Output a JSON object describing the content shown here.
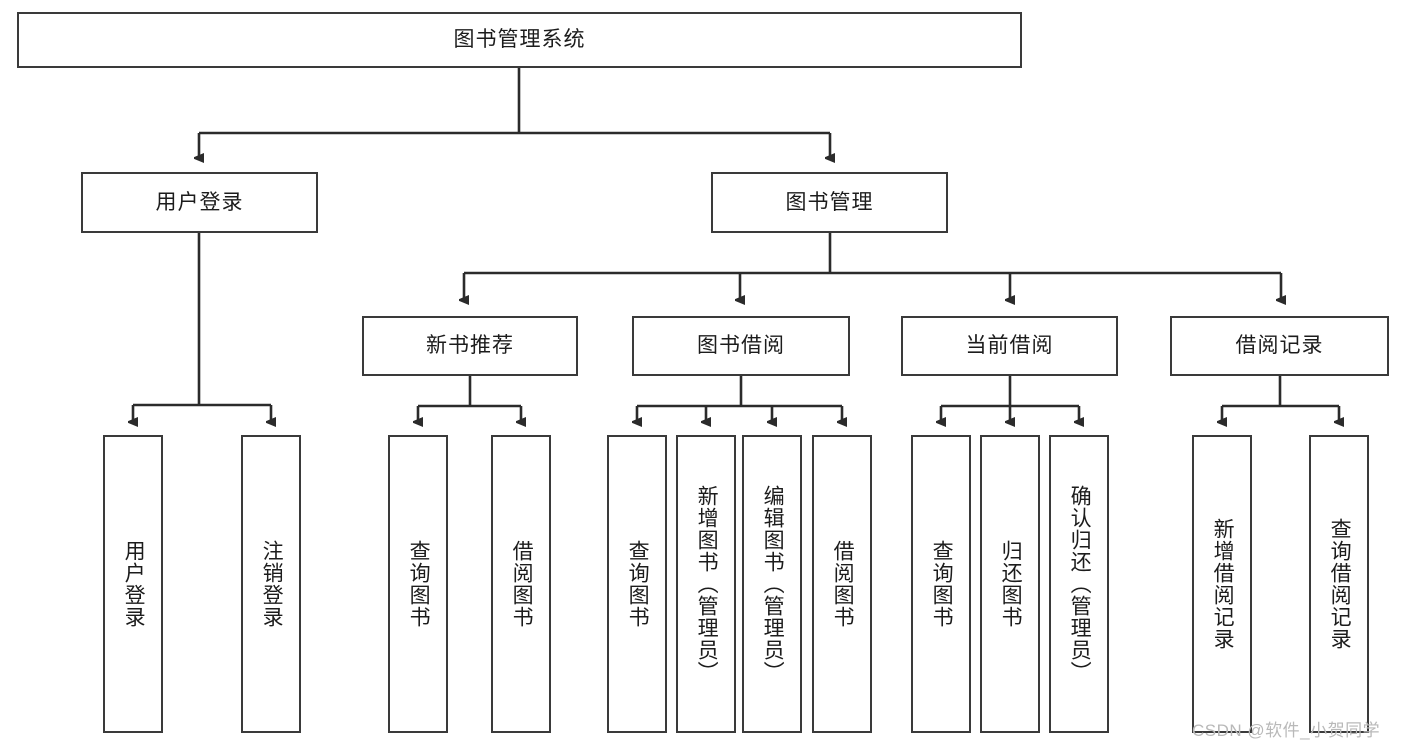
{
  "diagram": {
    "type": "tree",
    "title": "图书管理系统",
    "orientation": "top-down",
    "colors": {
      "box_border": "#3a3a3a",
      "box_fill": "#ffffff",
      "connector": "#2b2b2b",
      "text": "#1c1c1c",
      "watermark": "#b9b9b9",
      "background": "#ffffff"
    }
  },
  "root": {
    "label": "图书管理系统"
  },
  "level2": [
    {
      "label": "用户登录"
    },
    {
      "label": "图书管理"
    }
  ],
  "level3": [
    {
      "label": "新书推荐"
    },
    {
      "label": "图书借阅"
    },
    {
      "label": "当前借阅"
    },
    {
      "label": "借阅记录"
    }
  ],
  "leaves": {
    "user_login": [
      {
        "label": "用户登录"
      },
      {
        "label": "注销登录"
      }
    ],
    "new_book_recommend": [
      {
        "label": "查询图书"
      },
      {
        "label": "借阅图书"
      }
    ],
    "book_borrow": [
      {
        "label": "查询图书"
      },
      {
        "label": "新增图书（管理员）"
      },
      {
        "label": "编辑图书（管理员）"
      },
      {
        "label": "借阅图书"
      }
    ],
    "current_borrow": [
      {
        "label": "查询图书"
      },
      {
        "label": "归还图书"
      },
      {
        "label": "确认归还（管理员）"
      }
    ],
    "borrow_record": [
      {
        "label": "新增借阅记录"
      },
      {
        "label": "查询借阅记录"
      }
    ]
  },
  "watermark": {
    "text": "CSDN @软件_小贺同学"
  }
}
